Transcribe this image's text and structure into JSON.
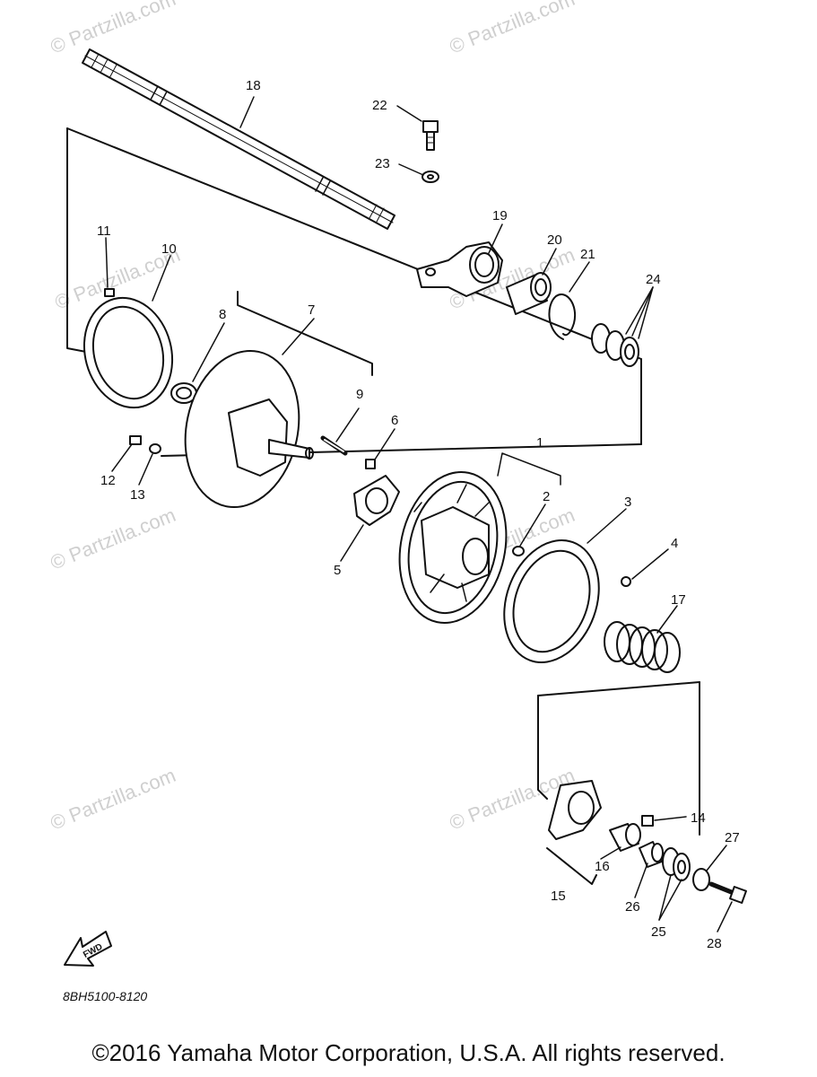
{
  "diagram": {
    "part_labels": [
      {
        "id": "1",
        "text": "1"
      },
      {
        "id": "2",
        "text": "2"
      },
      {
        "id": "3",
        "text": "3"
      },
      {
        "id": "4",
        "text": "4"
      },
      {
        "id": "5a",
        "text": "5"
      },
      {
        "id": "5b",
        "text": "5"
      },
      {
        "id": "6",
        "text": "6"
      },
      {
        "id": "7",
        "text": "7"
      },
      {
        "id": "8",
        "text": "8"
      },
      {
        "id": "9",
        "text": "9"
      },
      {
        "id": "11",
        "text": "11"
      },
      {
        "id": "12",
        "text": "12"
      },
      {
        "id": "13",
        "text": "13"
      },
      {
        "id": "14",
        "text": "14"
      },
      {
        "id": "15",
        "text": "15"
      },
      {
        "id": "16",
        "text": "16"
      },
      {
        "id": "17",
        "text": "17"
      },
      {
        "id": "18",
        "text": "18"
      },
      {
        "id": "19",
        "text": "19"
      },
      {
        "id": "20",
        "text": "20"
      },
      {
        "id": "21",
        "text": "21"
      },
      {
        "id": "22",
        "text": "22"
      },
      {
        "id": "23",
        "text": "23"
      },
      {
        "id": "24",
        "text": "24"
      },
      {
        "id": "25",
        "text": "25"
      },
      {
        "id": "26",
        "text": "26"
      },
      {
        "id": "27",
        "text": "27"
      },
      {
        "id": "28",
        "text": "28"
      }
    ],
    "watermark": "© Partzilla.com",
    "fwd_label": "FWD",
    "diagram_code": "8BH5100-8120",
    "copyright": "©2016 Yamaha Motor Corporation, U.S.A. All rights reserved."
  }
}
